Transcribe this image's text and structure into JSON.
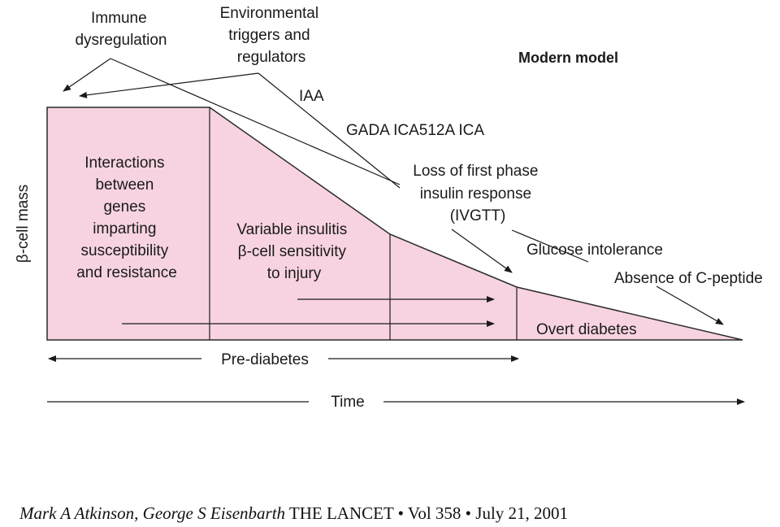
{
  "labels": {
    "immune": [
      "Immune",
      "dysregulation"
    ],
    "environmental": [
      "Environmental",
      "triggers and",
      "regulators"
    ],
    "model_title": "Modern model",
    "iaa": "IAA",
    "gada": "GADA ICA512A ICA",
    "loss_first_phase": [
      "Loss of first phase",
      "insulin response",
      "(IVGTT)"
    ],
    "glucose": "Glucose intolerance",
    "c_peptide": "Absence of C-peptide",
    "y_axis": "β-cell mass",
    "interactions": [
      "Interactions",
      "between",
      "genes",
      "imparting",
      "susceptibility",
      "and resistance"
    ],
    "insulitis": [
      "Variable insulitis",
      "β-cell sensitivity",
      "to injury"
    ],
    "overt": "Overt diabetes",
    "prediabetes": "Pre-diabetes",
    "time": "Time"
  },
  "caption": {
    "authors": "Mark A Atkinson, George S Eisenbarth",
    "source": " THE LANCET • Vol 358 • July 21, 2001"
  },
  "colors": {
    "fill": "#f7d3e1",
    "stroke": "#2a2a2a"
  }
}
